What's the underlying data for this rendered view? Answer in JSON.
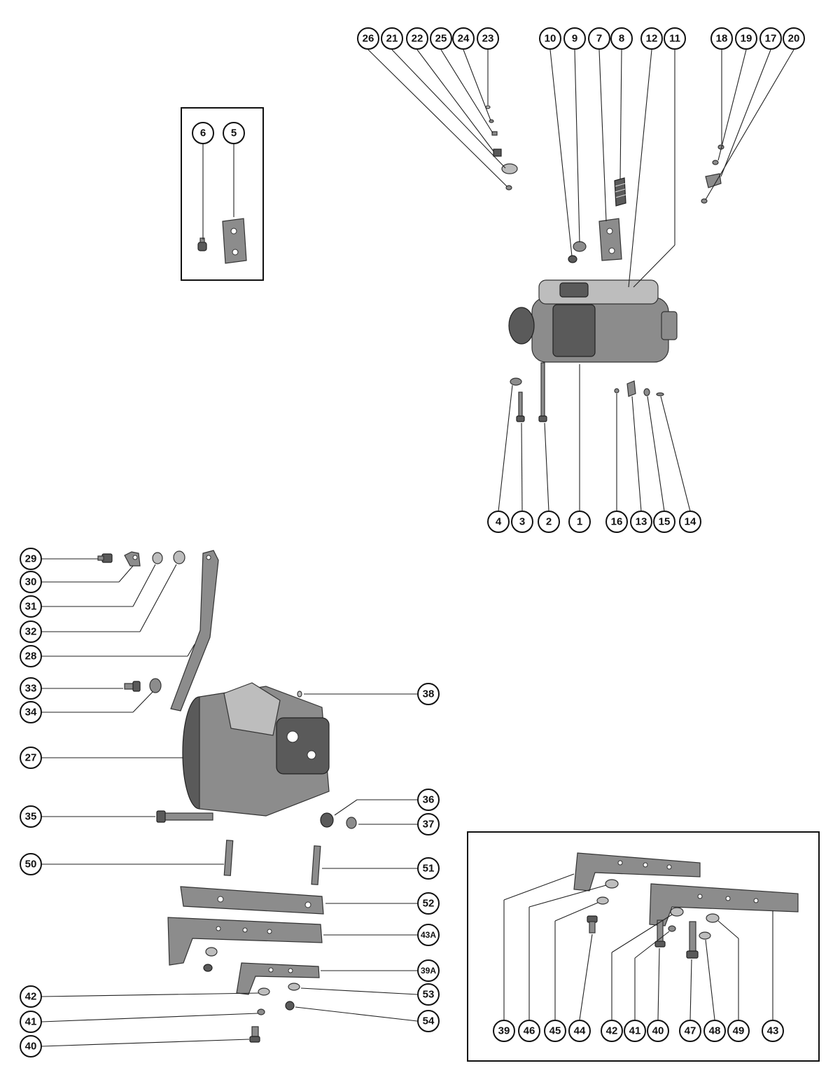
{
  "diagram": {
    "callouts": {
      "c26": "26",
      "c21": "21",
      "c22": "22",
      "c25": "25",
      "c24": "24",
      "c23": "23",
      "c10": "10",
      "c9": "9",
      "c7": "7",
      "c8": "8",
      "c12": "12",
      "c11": "11",
      "c18": "18",
      "c19": "19",
      "c17": "17",
      "c20": "20",
      "c6": "6",
      "c5": "5",
      "c4": "4",
      "c3": "3",
      "c2": "2",
      "c1": "1",
      "c16": "16",
      "c13": "13",
      "c15": "15",
      "c14": "14",
      "c29": "29",
      "c30": "30",
      "c31": "31",
      "c32": "32",
      "c28": "28",
      "c33": "33",
      "c34": "34",
      "c38": "38",
      "c27": "27",
      "c35": "35",
      "c36": "36",
      "c37": "37",
      "c50": "50",
      "c51": "51",
      "c52": "52",
      "c43A": "43A",
      "c39A": "39A",
      "c42a": "42",
      "c53": "53",
      "c41a": "41",
      "c54": "54",
      "c40a": "40",
      "c39": "39",
      "c46": "46",
      "c45": "45",
      "c44": "44",
      "c42b": "42",
      "c41b": "41",
      "c40b": "40",
      "c47": "47",
      "c48": "48",
      "c49": "49",
      "c43": "43"
    }
  }
}
